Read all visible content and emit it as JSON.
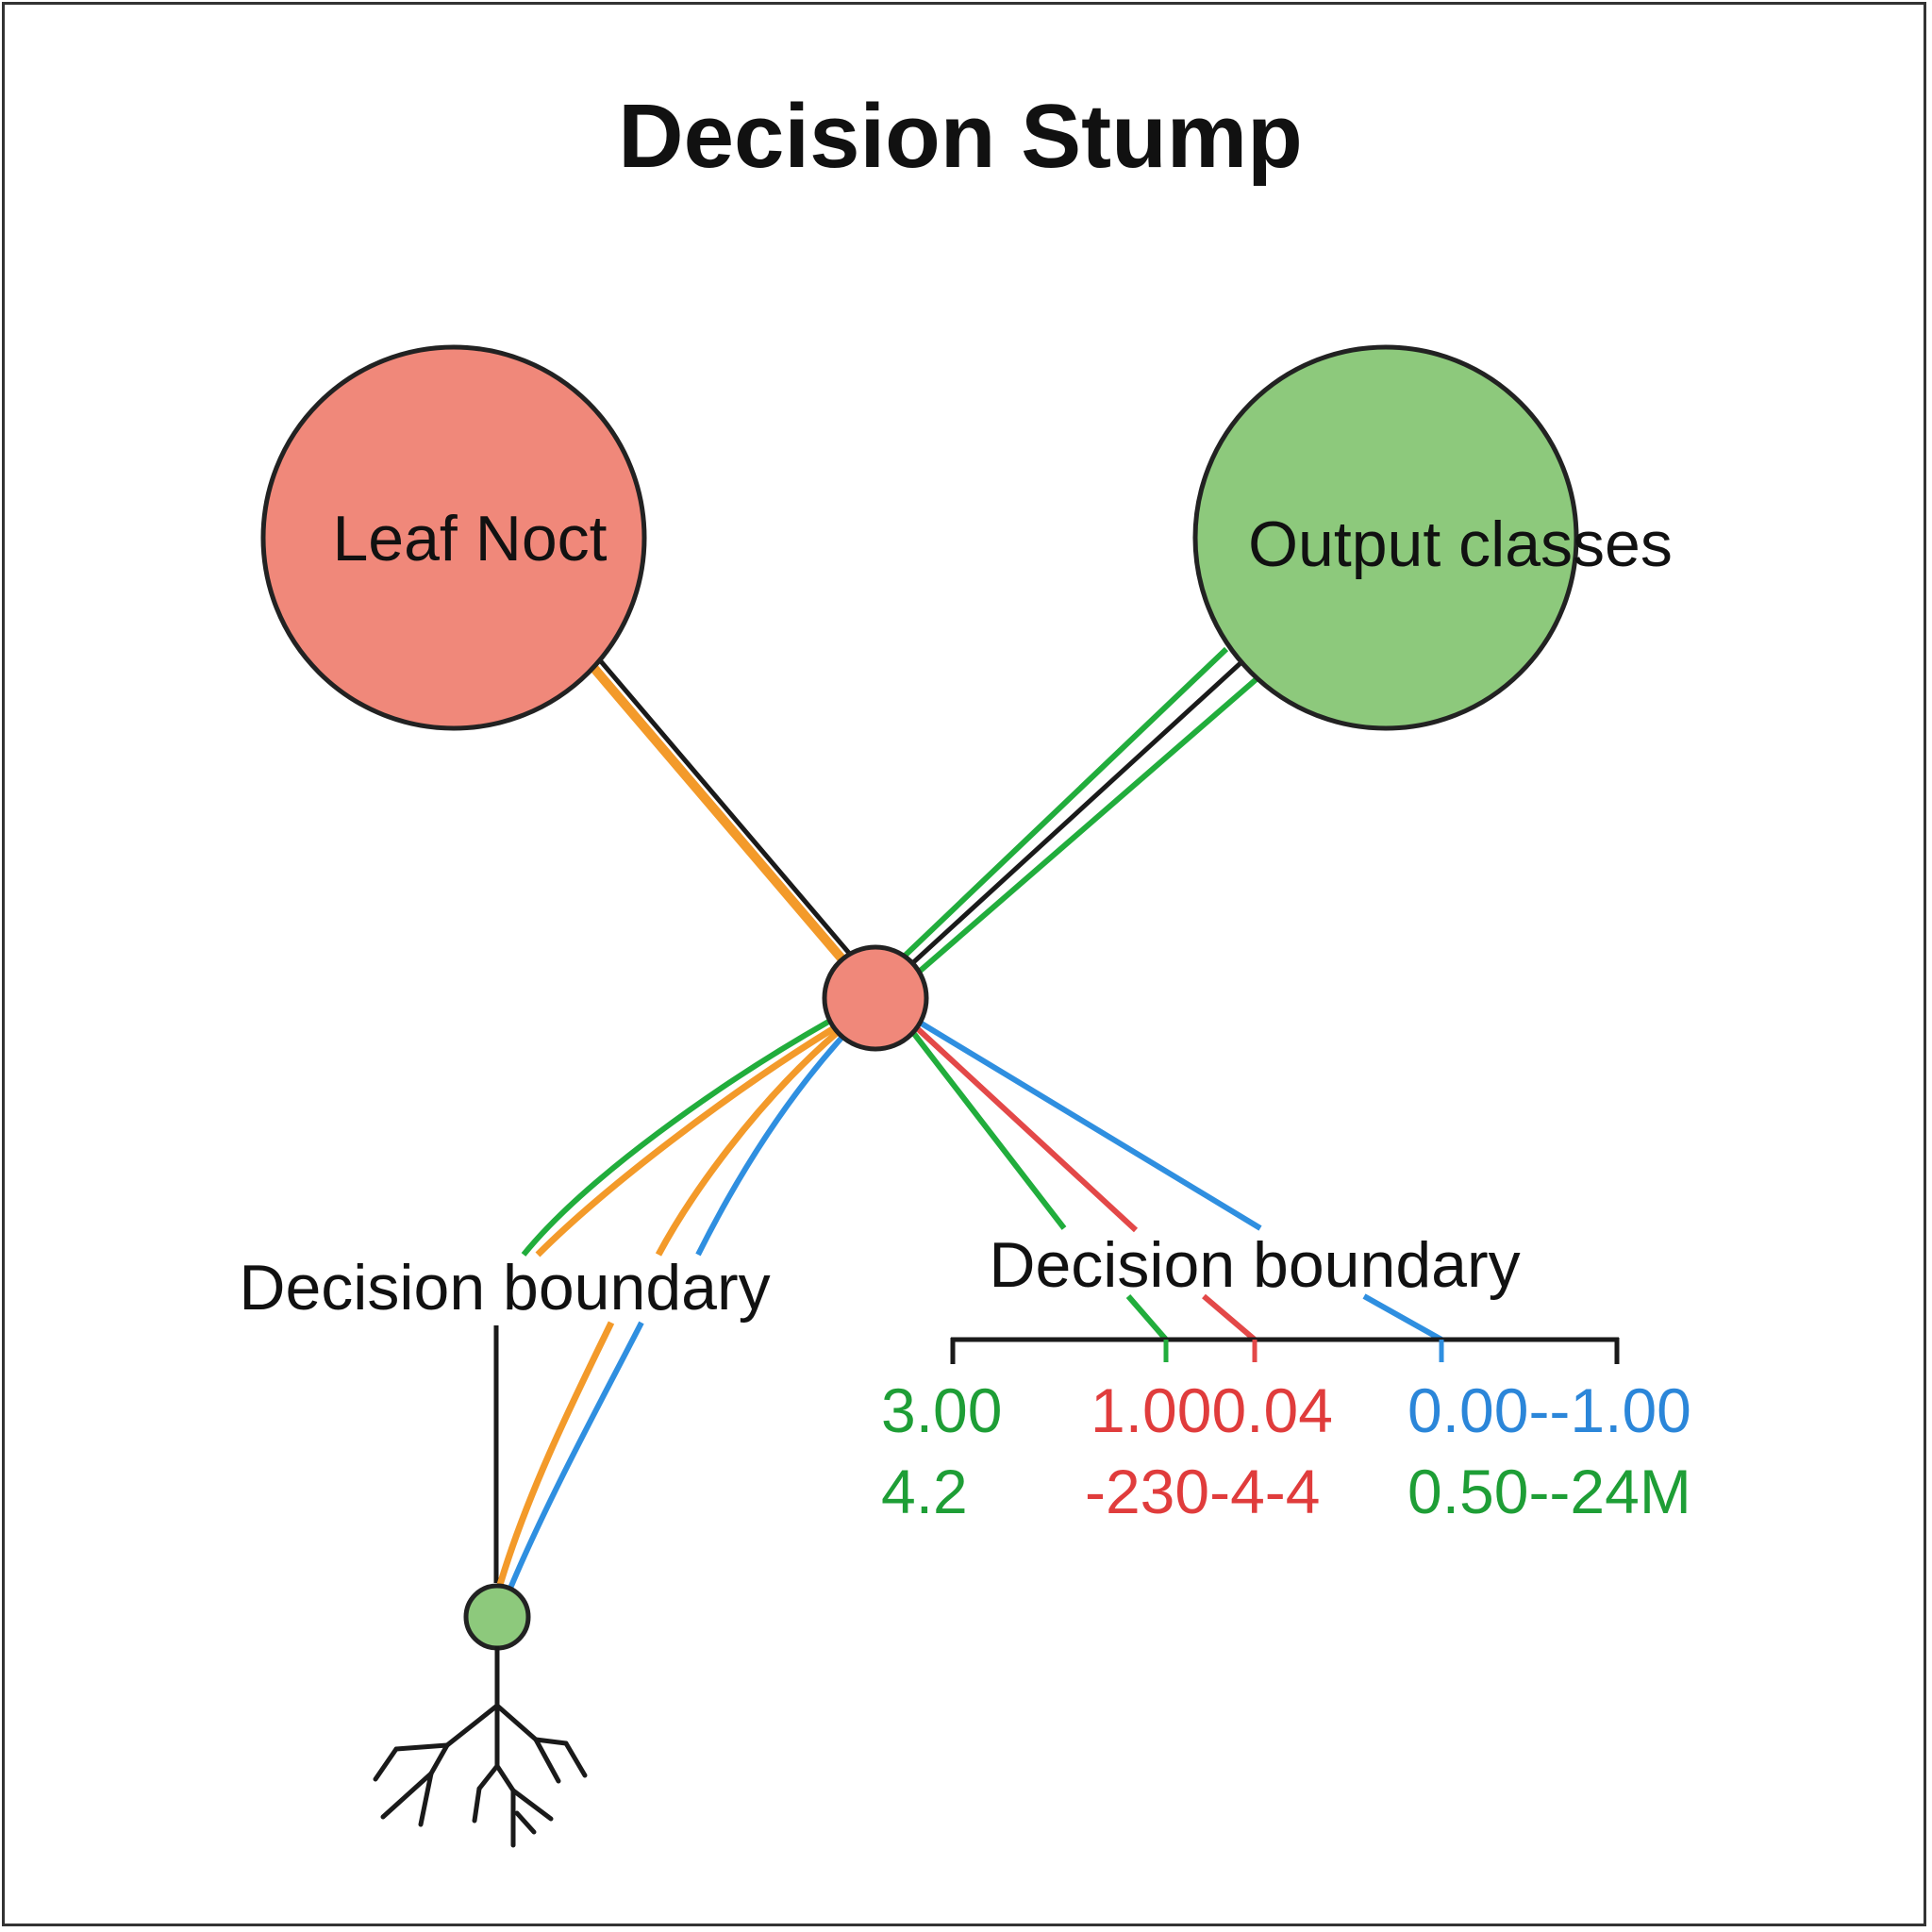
{
  "title": "Decision Stump",
  "nodes": {
    "left_leaf": {
      "label": "Leaf Noct",
      "color": "#f0887a"
    },
    "right_leaf": {
      "label": "Output classes",
      "color": "#8dc97c"
    },
    "root": {
      "color": "#f0887a"
    },
    "bottom": {
      "color": "#8dc97c"
    }
  },
  "boundary_labels": {
    "left": "Decision boundary",
    "right": "Decision boundary"
  },
  "scale_values": {
    "row1": [
      {
        "text": "3.00",
        "color": "#1e9e36"
      },
      {
        "text": "1.000.04",
        "color": "#e03c3c"
      },
      {
        "text": "0.00--1.00",
        "color": "#2b86d9"
      }
    ],
    "row2": [
      {
        "text": "4.2",
        "color": "#1e9e36"
      },
      {
        "text": "-230-4-4",
        "color": "#e03c3c"
      },
      {
        "text": "0.50--24M",
        "color": "#1e9e36"
      }
    ]
  },
  "colors": {
    "orange": "#f39a2a",
    "green": "#21ad3c",
    "blue": "#2f8fe0",
    "red": "#e34848",
    "black": "#1a1a1a"
  }
}
